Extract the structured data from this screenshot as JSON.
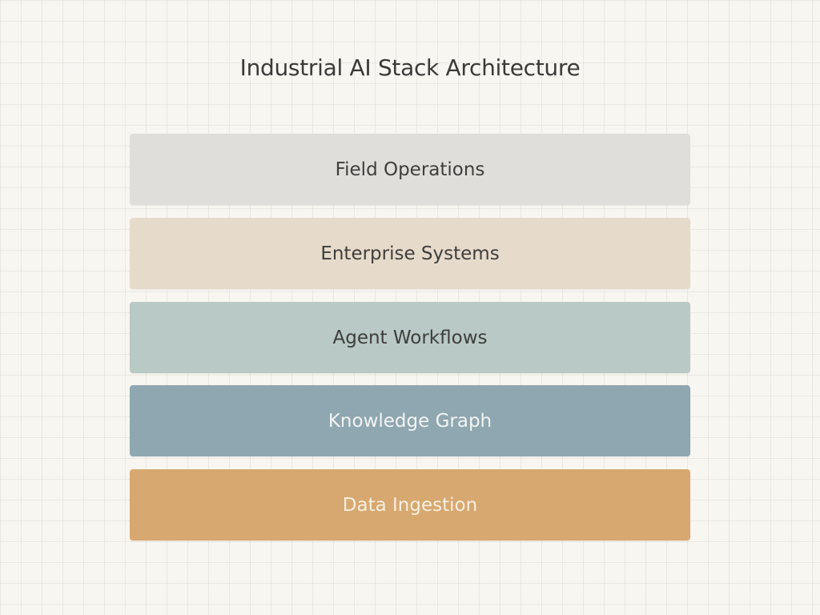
{
  "diagram": {
    "title": "Industrial AI Stack Architecture",
    "layers": [
      {
        "label": "Field Operations",
        "color": "#dfdedb",
        "text_color": "#3e3e3c"
      },
      {
        "label": "Enterprise Systems",
        "color": "#e6dacb",
        "text_color": "#3e3e3c"
      },
      {
        "label": "Agent Workflows",
        "color": "#b9c9c5",
        "text_color": "#3e3e3c"
      },
      {
        "label": "Knowledge Graph",
        "color": "#8ea7b0",
        "text_color": "#f3f4f2"
      },
      {
        "label": "Data Ingestion",
        "color": "#d7a86f",
        "text_color": "#f7efe2"
      }
    ]
  }
}
